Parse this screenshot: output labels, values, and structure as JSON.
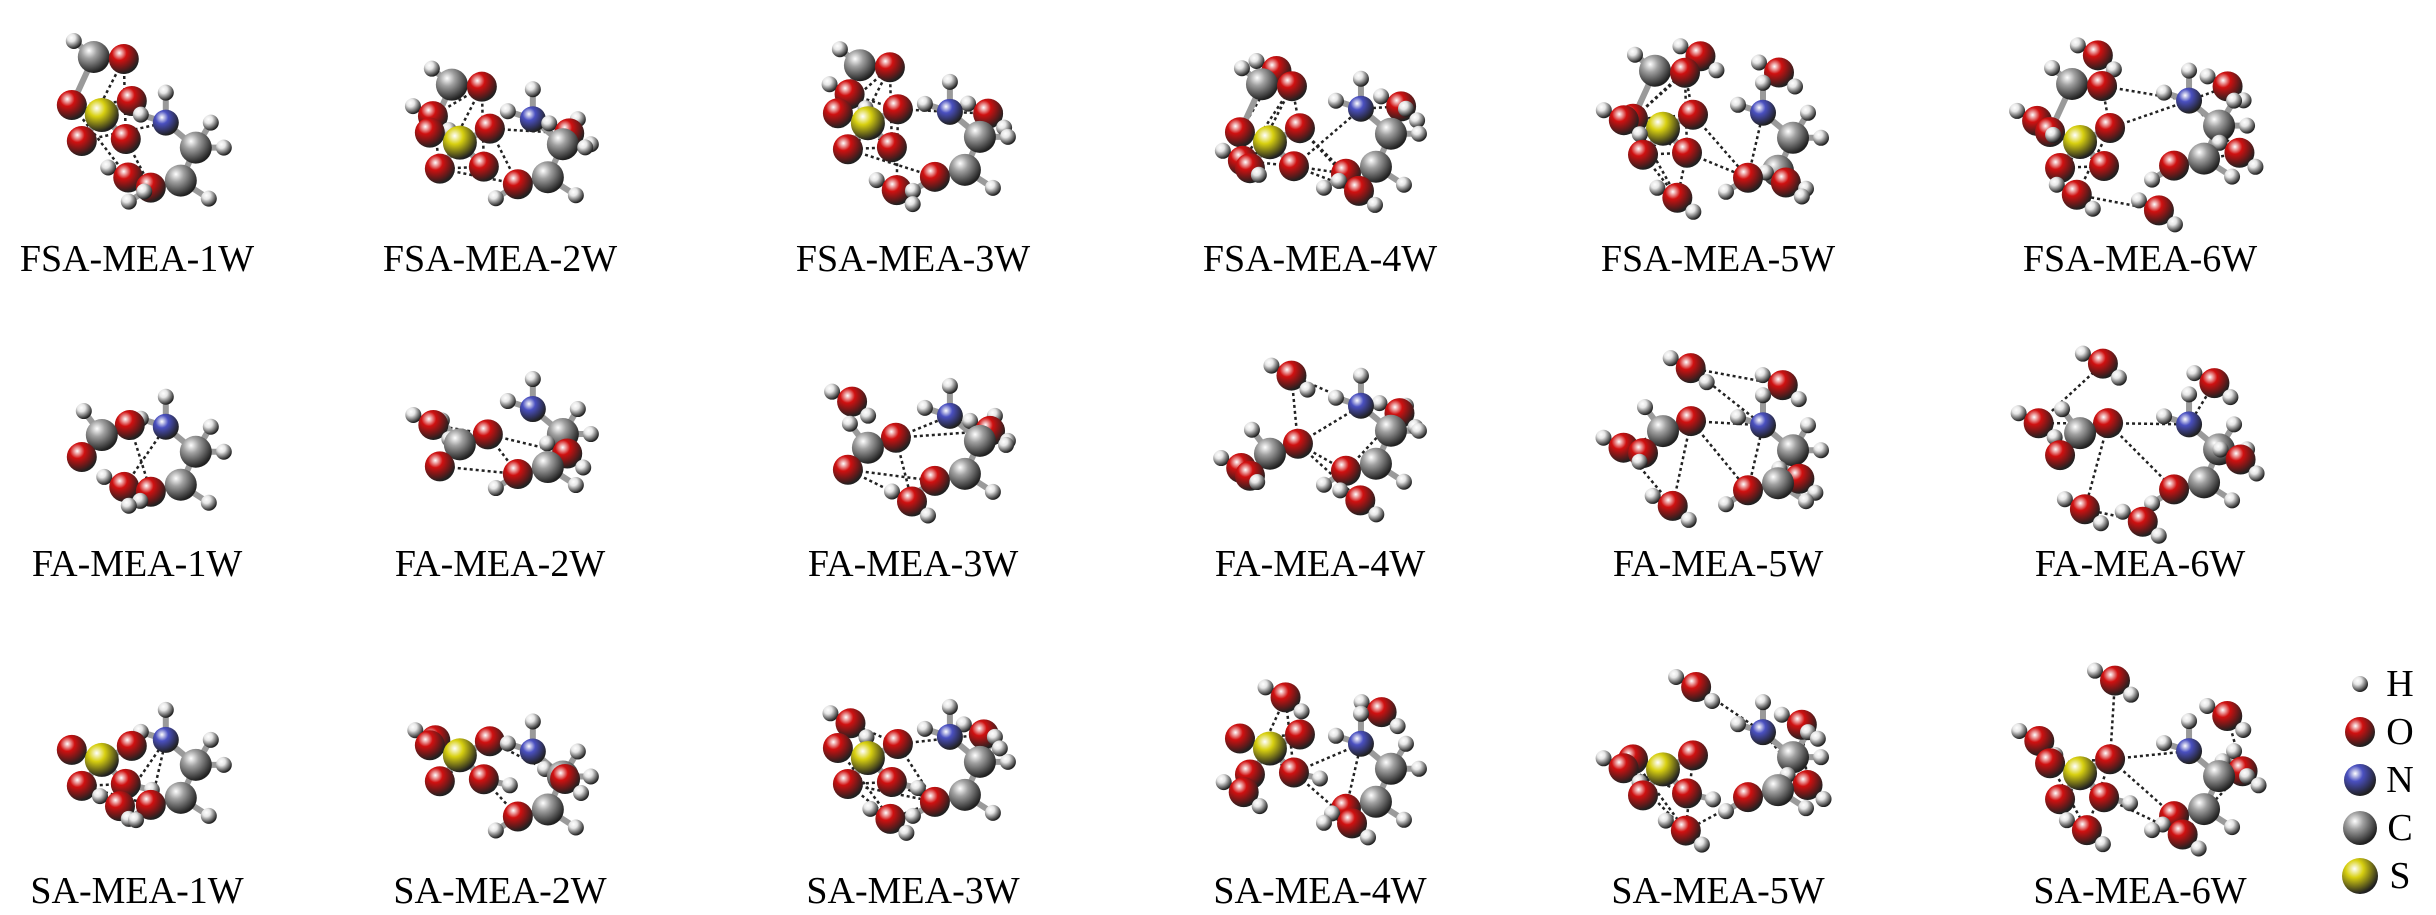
{
  "rows": [
    {
      "panels": [
        {
          "label": "FSA-MEA-1W",
          "acid": "FSA",
          "waters": 1
        },
        {
          "label": "FSA-MEA-2W",
          "acid": "FSA",
          "waters": 2
        },
        {
          "label": "FSA-MEA-3W",
          "acid": "FSA",
          "waters": 3
        },
        {
          "label": "FSA-MEA-4W",
          "acid": "FSA",
          "waters": 4
        },
        {
          "label": "FSA-MEA-5W",
          "acid": "FSA",
          "waters": 5
        },
        {
          "label": "FSA-MEA-6W",
          "acid": "FSA",
          "waters": 6
        }
      ]
    },
    {
      "panels": [
        {
          "label": "FA-MEA-1W",
          "acid": "FA",
          "waters": 1
        },
        {
          "label": "FA-MEA-2W",
          "acid": "FA",
          "waters": 2
        },
        {
          "label": "FA-MEA-3W",
          "acid": "FA",
          "waters": 3
        },
        {
          "label": "FA-MEA-4W",
          "acid": "FA",
          "waters": 4
        },
        {
          "label": "FA-MEA-5W",
          "acid": "FA",
          "waters": 5
        },
        {
          "label": "FA-MEA-6W",
          "acid": "FA",
          "waters": 6
        }
      ]
    },
    {
      "panels": [
        {
          "label": "SA-MEA-1W",
          "acid": "SA",
          "waters": 1
        },
        {
          "label": "SA-MEA-2W",
          "acid": "SA",
          "waters": 2
        },
        {
          "label": "SA-MEA-3W",
          "acid": "SA",
          "waters": 3
        },
        {
          "label": "SA-MEA-4W",
          "acid": "SA",
          "waters": 4
        },
        {
          "label": "SA-MEA-5W",
          "acid": "SA",
          "waters": 5
        },
        {
          "label": "SA-MEA-6W",
          "acid": "SA",
          "waters": 6
        }
      ]
    }
  ],
  "legend": [
    {
      "symbol": "H",
      "color": "#e6e6e6"
    },
    {
      "symbol": "O",
      "color": "#d01010"
    },
    {
      "symbol": "N",
      "color": "#4a50c0"
    },
    {
      "symbol": "C",
      "color": "#a0a0a0"
    },
    {
      "symbol": "S",
      "color": "#d8d010"
    }
  ]
}
